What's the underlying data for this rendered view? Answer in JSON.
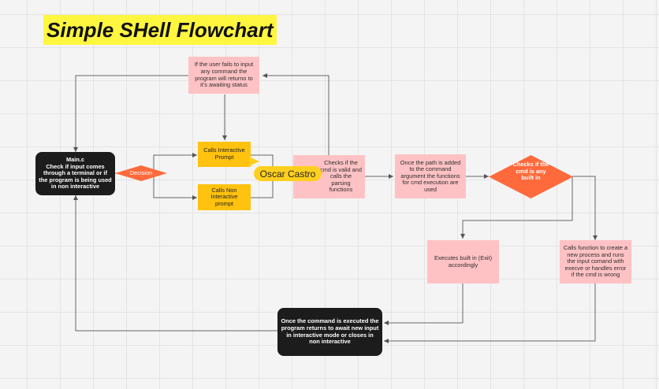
{
  "title": "Simple SHell Flowchart",
  "nodes": {
    "main": "Main.c\nCheck if input comes through a terminal or if the program is being used in non interactive",
    "decision": "Decision",
    "awaiting": "If the user fails to input any command the program will returno to it's awaiting status",
    "interactive": "Calls Interactive Prompt",
    "non_interactive": "Calls Non Interactive prompt",
    "check_cmd": "Checks if the cmd is valid and calls the parsing functions",
    "path_added": "Once the path is added to the command argument the functions for cmd execution are used",
    "builtin_check": "Checks if the cmd is any built in",
    "exec_builtin": "Executes built in (Exit) accordingly",
    "create_process": "Calls function to create a new process and runs the input comand with execve or handles error if the cmd is wrong",
    "end": "Once the command is executed the program returns to await new input in interactive mode or closes in non interactive"
  },
  "cursor_label": "Oscar Castro",
  "colors": {
    "pink": "#ffc2c4",
    "yellow": "#ffc20e",
    "dark": "#1c1c1c",
    "orange": "#ff6a3d",
    "title_highlight": "#fff640",
    "badge": "#ffcf1f"
  }
}
